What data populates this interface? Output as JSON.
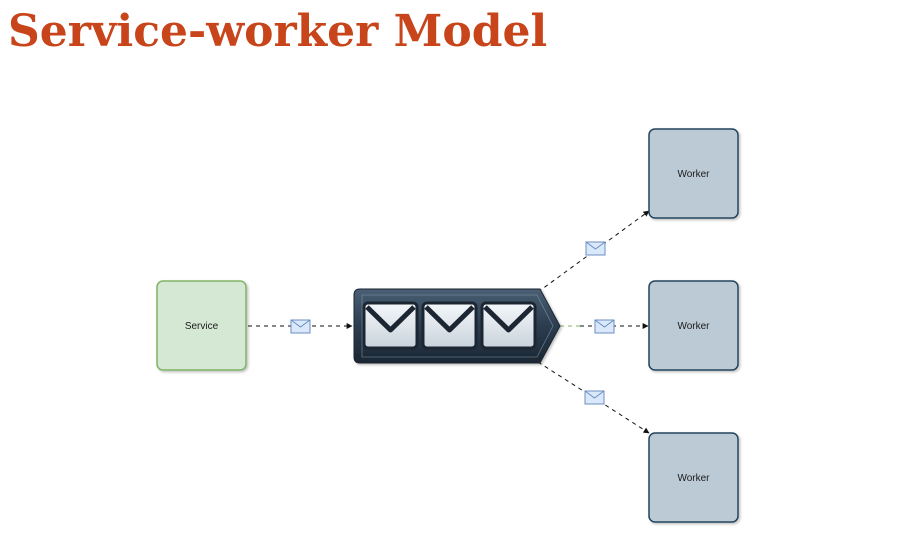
{
  "title": "Service-worker Model",
  "nodes": {
    "service": {
      "label": "Service"
    },
    "queue": {
      "icon": "message-queue-icon"
    },
    "workers": [
      {
        "label": "Worker"
      },
      {
        "label": "Worker"
      },
      {
        "label": "Worker"
      }
    ]
  },
  "icons": {
    "message": "envelope-icon",
    "queue": "message-queue-icon"
  },
  "colors": {
    "title": "#c8441a",
    "service_fill": "#d5e8d4",
    "service_stroke": "#82b366",
    "worker_fill": "#bccad6",
    "worker_stroke": "#23445d",
    "envelope_fill": "#dae8fc",
    "envelope_stroke": "#6c8ebf",
    "queue_frame": "#2b3d4f",
    "middle_edge": "#82b366"
  }
}
